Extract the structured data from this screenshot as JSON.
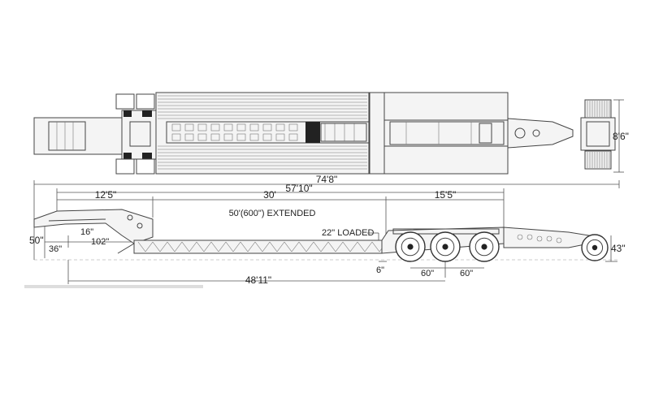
{
  "dimensions": {
    "overall_length": "74'8\"",
    "trailer_length": "57'10\"",
    "gooseneck_length": "12'5\"",
    "deck_length": "30'",
    "deck_extended": "50'(600\") EXTENDED",
    "rear_length": "15'5\"",
    "loaded_height": "22\" LOADED",
    "gooseneck_height": "50\"",
    "gooseneck_clearance": "16\"",
    "kingpin_offset": "36\"",
    "swing_clearance": "102\"",
    "deck_to_axle": "6\"",
    "axle_spacing_1": "60\"",
    "axle_spacing_2": "60\"",
    "wheelbase": "48'11\"",
    "dolly_height": "43\"",
    "overall_width": "8'6\""
  },
  "colors": {
    "line": "#444444",
    "accent": "#222222"
  },
  "icons": [
    "trailer-top-view",
    "trailer-side-view",
    "wheel-icon"
  ]
}
